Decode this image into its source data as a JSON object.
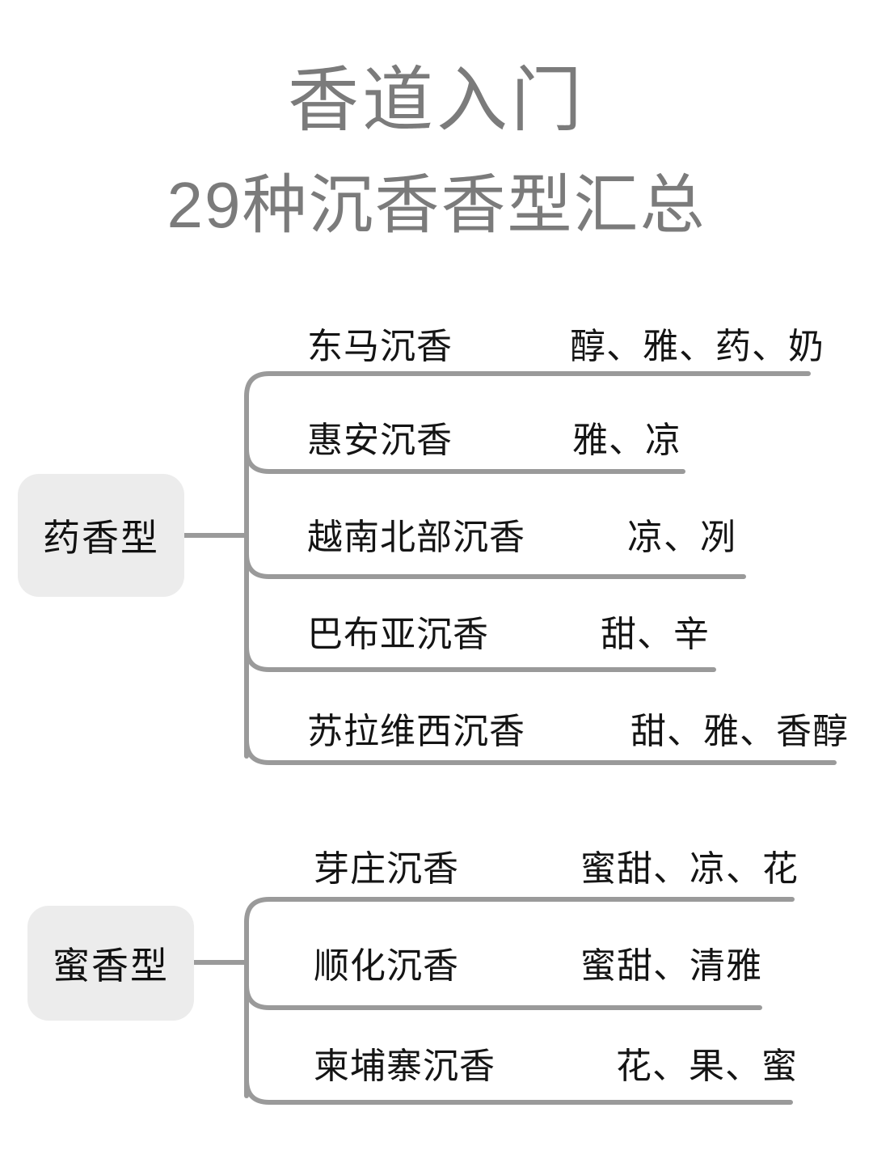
{
  "title": {
    "main": "香道入门",
    "sub": "29种沉香香型汇总"
  },
  "colors": {
    "title_text": "#7b7b7b",
    "body_text": "#141414",
    "pill_background": "#ececec",
    "connector_line": "#9a9a9a",
    "page_background": "#ffffff"
  },
  "groups": [
    {
      "label": "药香型",
      "items": [
        {
          "name": "东马沉香",
          "notes": "醇、雅、药、奶"
        },
        {
          "name": "惠安沉香",
          "notes": "雅、凉"
        },
        {
          "name": "越南北部沉香",
          "notes": "凉、冽"
        },
        {
          "name": "巴布亚沉香",
          "notes": "甜、辛"
        },
        {
          "name": "苏拉维西沉香",
          "notes": "甜、雅、香醇"
        }
      ]
    },
    {
      "label": "蜜香型",
      "items": [
        {
          "name": "芽庄沉香",
          "notes": "蜜甜、凉、花"
        },
        {
          "name": "顺化沉香",
          "notes": "蜜甜、清雅"
        },
        {
          "name": "柬埔寨沉香",
          "notes": "花、果、蜜"
        }
      ]
    }
  ]
}
